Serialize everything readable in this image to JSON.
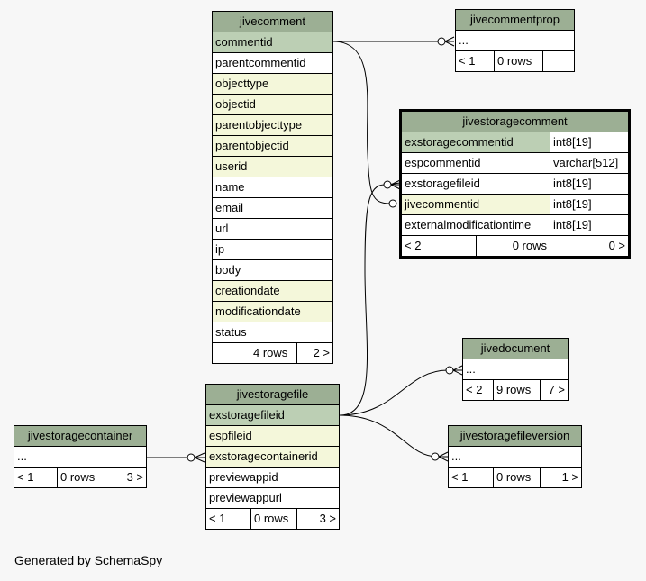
{
  "tables": {
    "jivecomment": {
      "title": "jivecomment",
      "columns": [
        "commentid",
        "parentcommentid",
        "objecttype",
        "objectid",
        "parentobjecttype",
        "parentobjectid",
        "userid",
        "name",
        "email",
        "url",
        "ip",
        "body",
        "creationdate",
        "modificationdate",
        "status"
      ],
      "footer": [
        "",
        "4 rows",
        "2 >"
      ]
    },
    "jivecommentprop": {
      "title": "jivecommentprop",
      "columns": [
        "..."
      ],
      "footer": [
        "< 1",
        "0 rows",
        ""
      ]
    },
    "jivestoragecomment": {
      "title": "jivestoragecomment",
      "columns": [
        {
          "name": "exstoragecommentid",
          "type": "int8[19]"
        },
        {
          "name": "espcommentid",
          "type": "varchar[512]"
        },
        {
          "name": "exstoragefileid",
          "type": "int8[19]"
        },
        {
          "name": "jivecommentid",
          "type": "int8[19]"
        },
        {
          "name": "externalmodificationtime",
          "type": "int8[19]"
        }
      ],
      "footer": [
        "< 2",
        "0 rows",
        "0 >"
      ]
    },
    "jivedocument": {
      "title": "jivedocument",
      "columns": [
        "..."
      ],
      "footer": [
        "< 2",
        "9 rows",
        "7 >"
      ]
    },
    "jivestoragefile": {
      "title": "jivestoragefile",
      "columns": [
        "exstoragefileid",
        "espfileid",
        "exstoragecontainerid",
        "previewappid",
        "previewappurl"
      ],
      "footer": [
        "< 1",
        "0 rows",
        "3 >"
      ]
    },
    "jivestoragefileversion": {
      "title": "jivestoragefileversion",
      "columns": [
        "..."
      ],
      "footer": [
        "< 1",
        "0 rows",
        "1 >"
      ]
    },
    "jivestoragecontainer": {
      "title": "jivestoragecontainer",
      "columns": [
        "..."
      ],
      "footer": [
        "< 1",
        "0 rows",
        "3 >"
      ]
    }
  },
  "generated_by": "Generated by SchemaSpy",
  "colors": {
    "background": "#f7f7f7",
    "title": "#9caf94",
    "primary_key": "#bccfb4",
    "foreign_key": "#f4f7da",
    "plain": "#ffffff"
  }
}
